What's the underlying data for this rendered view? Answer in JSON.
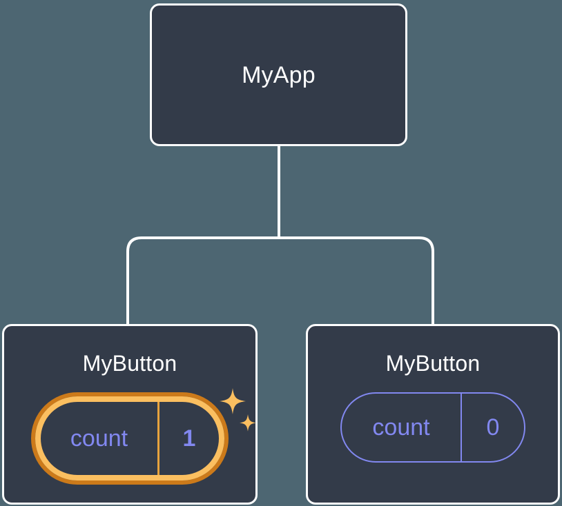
{
  "diagram": {
    "type": "component-tree",
    "background_color": "#4d6672",
    "node_fill_color": "#333b49",
    "node_border_color": "#ffffff",
    "connector_color": "#ffffff",
    "accent_highlight_outer": "#cc7a1a",
    "accent_highlight_inner": "#fbbf60",
    "accent_divider": "#e8a33d",
    "state_text_color": "#8288f0",
    "sparkle_color": "#fbbf60"
  },
  "root": {
    "title": "MyApp"
  },
  "children": [
    {
      "title": "MyButton",
      "state": {
        "key": "count",
        "value": "1"
      },
      "highlighted": true,
      "sparkle_large": "sparkle-icon",
      "sparkle_small": "sparkle-icon"
    },
    {
      "title": "MyButton",
      "state": {
        "key": "count",
        "value": "0"
      },
      "highlighted": false
    }
  ]
}
